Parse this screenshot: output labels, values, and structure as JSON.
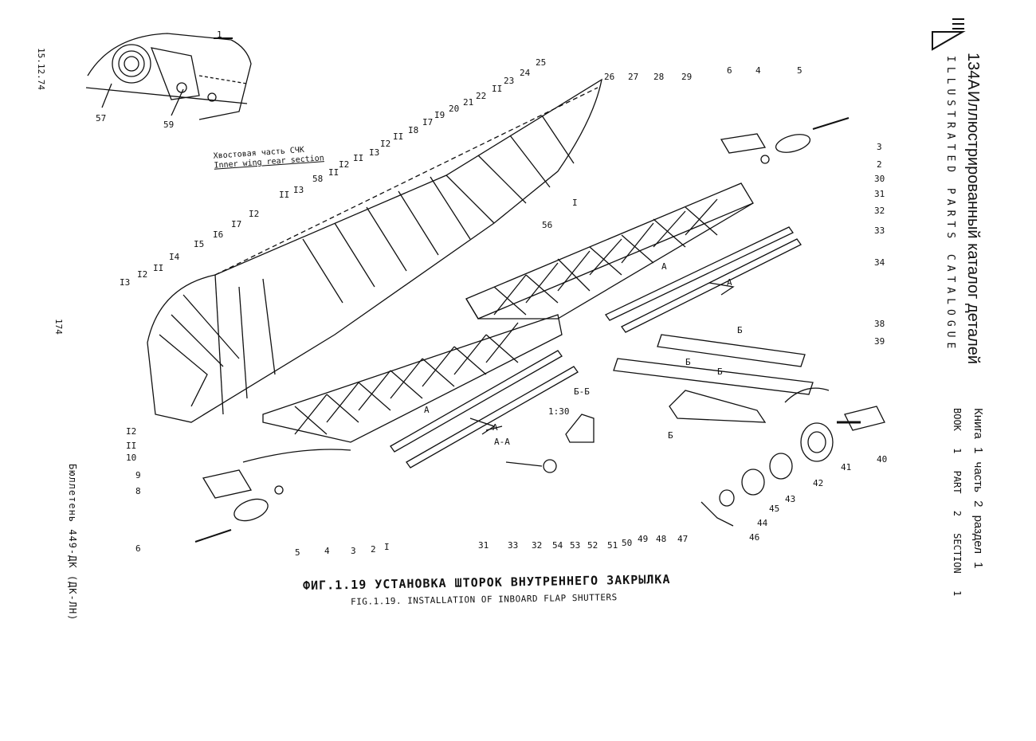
{
  "date": "15.12.74",
  "page_number": "174",
  "bulletin": "Бюллетень 449-ДК (ДК-ЛН)",
  "header": {
    "model": "134А",
    "title_ru": "Иллюстрированный каталог деталей",
    "title_en": "ILLUSTRATED PARTS CATALOGUE",
    "book_line_ru": "Книга 1 часть 2 раздел 1",
    "book_line_en": "BOOK 1 PART 2 SECTION 1"
  },
  "caption_ru": "ФИГ.1.19  УСТАНОВКА ШТОРОК  ВНУТРЕННЕГО ЗАКРЫЛКА",
  "caption_en": "FIG.1.19. INSTALLATION OF INBOARD FLAP SHUTTERS",
  "inner_wing_label_ru": "Хвостовая часть СЧК",
  "inner_wing_label_en": "Inner wing rear section",
  "detail_labels": {
    "detail_1": "1",
    "section_aa": "А-А",
    "section_bb": "Б-Б",
    "arrow_a": "А",
    "arrow_b": "Б",
    "view_i": "I",
    "ratio": "1:30"
  },
  "callouts": [
    "1",
    "2",
    "3",
    "4",
    "5",
    "6",
    "8",
    "9",
    "10",
    "11",
    "12",
    "13",
    "14",
    "15",
    "16",
    "17",
    "18",
    "19",
    "20",
    "21",
    "22",
    "23",
    "24",
    "25",
    "26",
    "27",
    "28",
    "29",
    "30",
    "31",
    "32",
    "33",
    "34",
    "38",
    "39",
    "40",
    "41",
    "42",
    "43",
    "44",
    "45",
    "46",
    "47",
    "48",
    "49",
    "50",
    "51",
    "52",
    "53",
    "54",
    "56",
    "57",
    "58",
    "59"
  ]
}
